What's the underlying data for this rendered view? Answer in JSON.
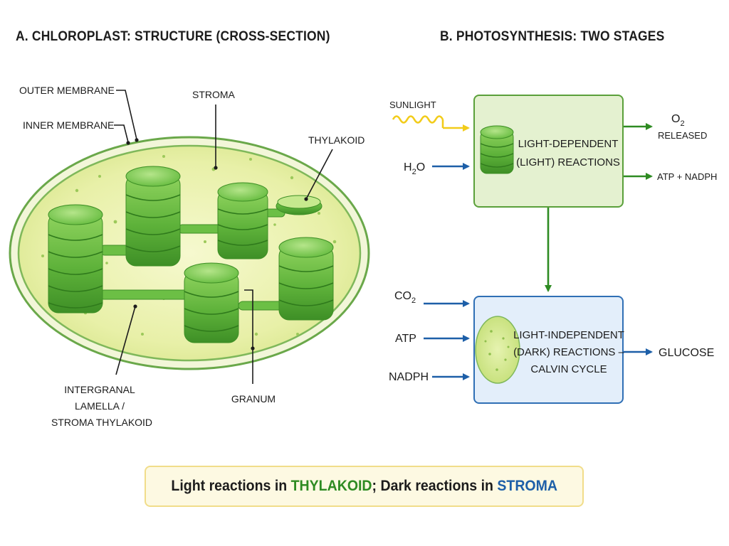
{
  "titles": {
    "a": "A. CHLOROPLAST: STRUCTURE (CROSS-SECTION)",
    "b": "B. PHOTOSYNTHESIS: TWO STAGES"
  },
  "chloroplast": {
    "outer_membrane": "OUTER MEMBRANE",
    "inner_membrane": "INNER MEMBRANE",
    "stroma": "STROMA",
    "thylakoid": "THYLAKOID",
    "intergranal_line1": "INTERGRANAL",
    "intergranal_line2": "LAMELLA /",
    "intergranal_line3": "STROMA THYLAKOID",
    "granum": "GRANUM"
  },
  "stages": {
    "sunlight": "SUNLIGHT",
    "h2o_main": "H",
    "h2o_sub": "2",
    "h2o_tail": "O",
    "light_box_line1": "LIGHT-DEPENDENT",
    "light_box_line2": "(LIGHT) REACTIONS",
    "o2_main": "O",
    "o2_sub": "2",
    "o2_released": "RELEASED",
    "atp_nadph": "ATP + NADPH",
    "co2_main": "CO",
    "co2_sub": "2",
    "atp": "ATP",
    "nadph": "NADPH",
    "dark_box_line1": "LIGHT-INDEPENDENT",
    "dark_box_line2": "(DARK) REACTIONS –",
    "dark_box_line3": "CALVIN CYCLE",
    "glucose": "GLUCOSE"
  },
  "summary": {
    "part1": "Light reactions in ",
    "thylakoid": "THYLAKOID",
    "part2": "; Dark reactions in ",
    "stroma": "STROMA"
  },
  "colors": {
    "green_accent": "#2e8b22",
    "blue_accent": "#1d5fa8",
    "sunlight_yellow": "#f2cc1a",
    "light_box_fill": "#e4f1d0",
    "dark_box_fill": "#e3eefa"
  }
}
